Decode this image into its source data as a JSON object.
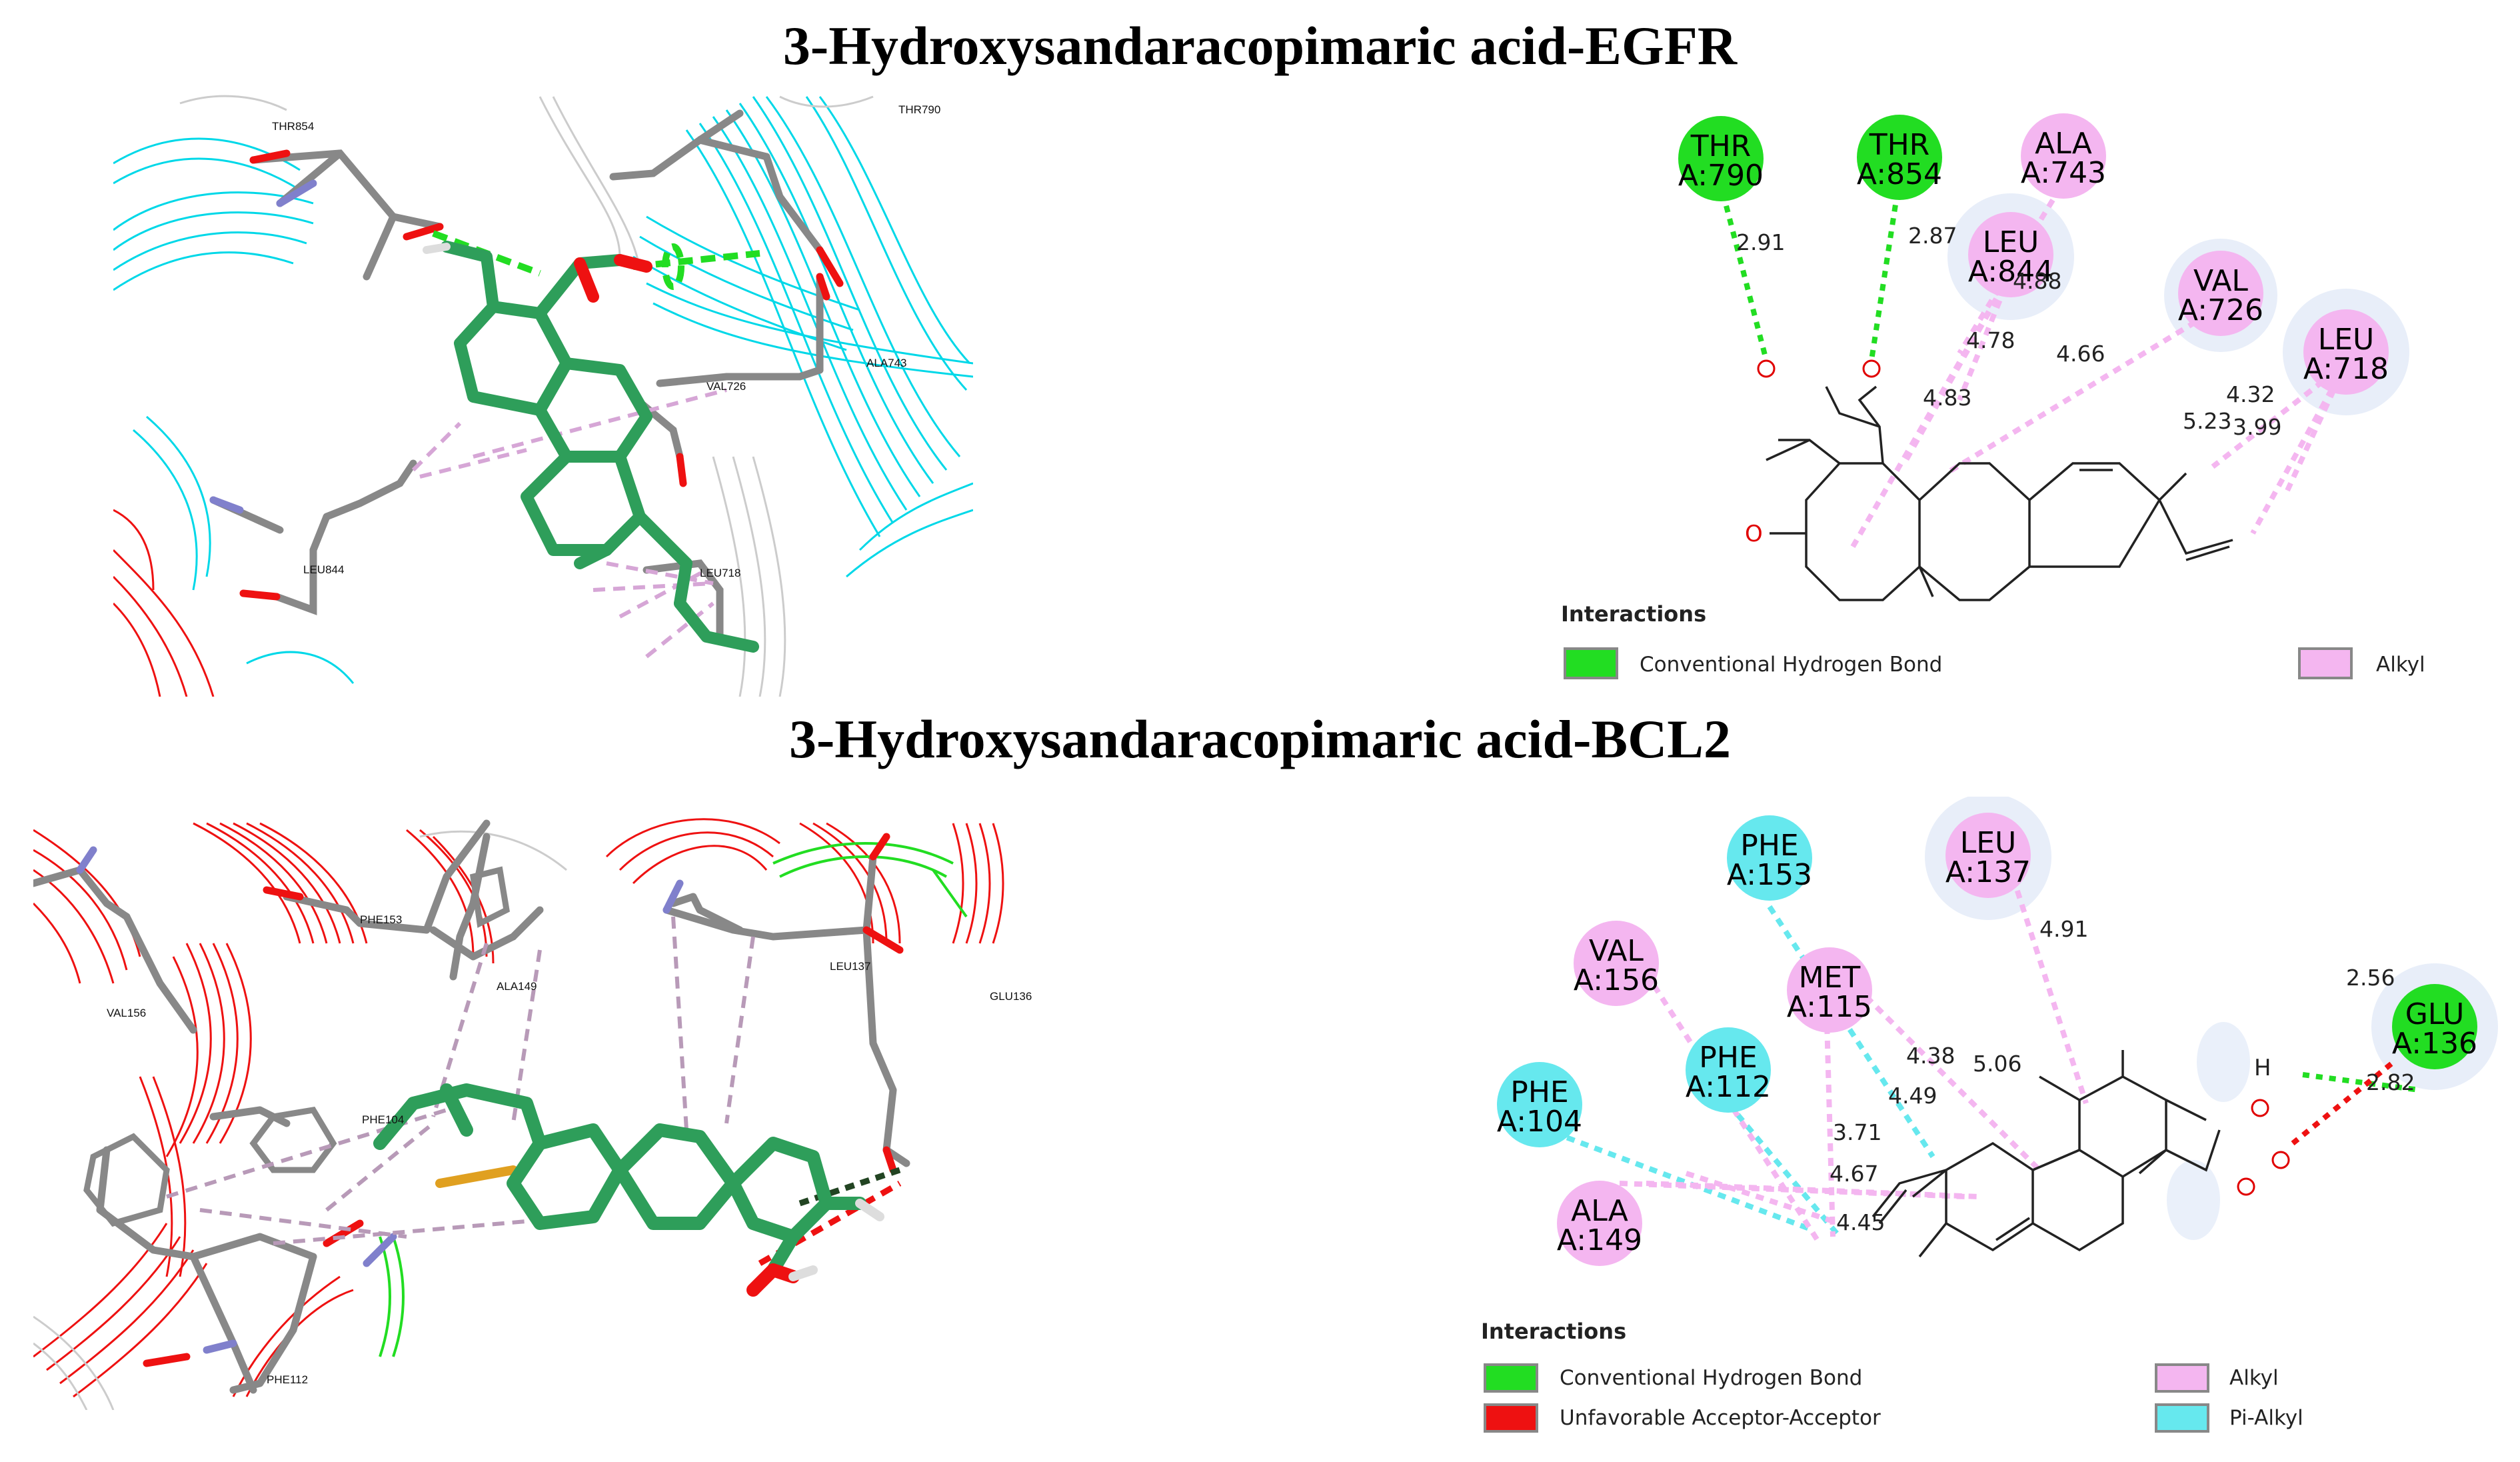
{
  "titles": {
    "egfr": "3-Hydroxysandaracopimaric acid-EGFR",
    "bcl2": "3-Hydroxysandaracopimaric acid-BCL2"
  },
  "colors": {
    "hbond": "#22dd22",
    "alkyl": "#f4b6f0",
    "pi_alkyl": "#66e8ee",
    "unfavorable": "#ee1111",
    "ligand_3d": "#2e9e5a",
    "ribbon_cyan": "#00d8e8",
    "ribbon_red": "#ee1111"
  },
  "egfr": {
    "residues_3d": [
      "THR854",
      "THR790",
      "VAL726",
      "ALA743",
      "LEU844",
      "LEU718"
    ],
    "residues_2d": [
      {
        "res": "THR",
        "id": "A:790",
        "type": "hbond"
      },
      {
        "res": "THR",
        "id": "A:854",
        "type": "hbond"
      },
      {
        "res": "ALA",
        "id": "A:743",
        "type": "alkyl"
      },
      {
        "res": "LEU",
        "id": "A:844",
        "type": "alkyl"
      },
      {
        "res": "VAL",
        "id": "A:726",
        "type": "alkyl"
      },
      {
        "res": "LEU",
        "id": "A:718",
        "type": "alkyl"
      }
    ],
    "distances": [
      "2.91",
      "2.87",
      "4.88",
      "4.78",
      "4.66",
      "4.83",
      "4.32",
      "5.23",
      "3.99"
    ],
    "legend_title": "Interactions",
    "legend": [
      "Conventional Hydrogen Bond",
      "Alkyl"
    ]
  },
  "bcl2": {
    "residues_3d": [
      "PHE153",
      "ALA149",
      "LEU137",
      "GLU136",
      "VAL156",
      "PHE104",
      "PHE112"
    ],
    "residues_2d": [
      {
        "res": "PHE",
        "id": "A:153",
        "type": "pi_alkyl"
      },
      {
        "res": "LEU",
        "id": "A:137",
        "type": "alkyl"
      },
      {
        "res": "VAL",
        "id": "A:156",
        "type": "alkyl"
      },
      {
        "res": "MET",
        "id": "A:115",
        "type": "alkyl"
      },
      {
        "res": "PHE",
        "id": "A:112",
        "type": "pi_alkyl"
      },
      {
        "res": "PHE",
        "id": "A:104",
        "type": "pi_alkyl"
      },
      {
        "res": "ALA",
        "id": "A:149",
        "type": "alkyl"
      },
      {
        "res": "GLU",
        "id": "A:136",
        "type": "hbond"
      }
    ],
    "distances": [
      "4.91",
      "2.56",
      "4.38",
      "5.06",
      "2.82",
      "4.49",
      "3.71",
      "4.67",
      "4.45"
    ],
    "atom_label": "H",
    "legend_title": "Interactions",
    "legend": [
      "Conventional Hydrogen Bond",
      "Unfavorable Acceptor-Acceptor",
      "Alkyl",
      "Pi-Alkyl"
    ]
  }
}
